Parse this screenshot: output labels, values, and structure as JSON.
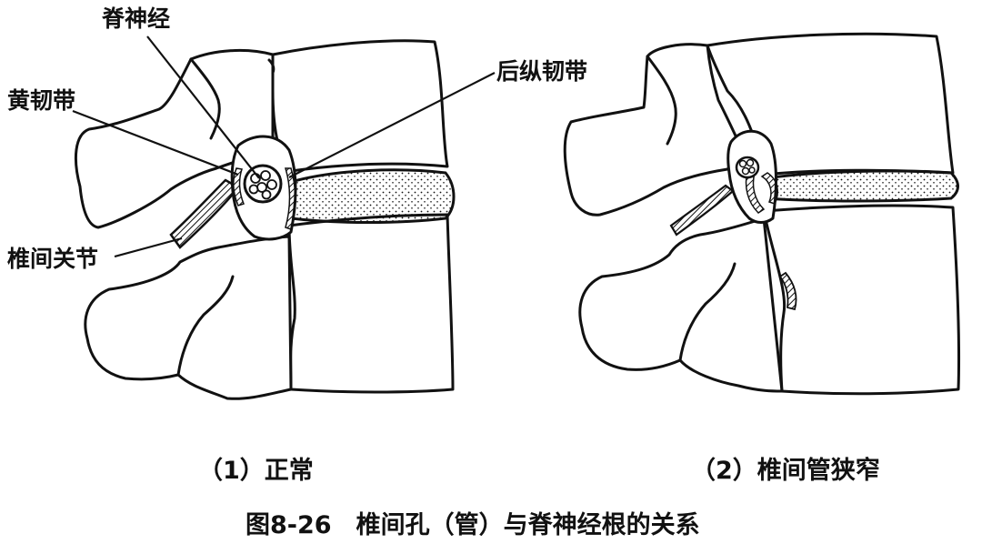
{
  "labels": {
    "spinal_nerve": "脊神经",
    "ligamentum_flavum": "黄韧带",
    "posterior_longitudinal_ligament": "后纵韧带",
    "facet_joint": "椎间关节"
  },
  "captions": {
    "left": "（1）正常",
    "right": "（2）椎间管狭窄",
    "figure": "图8-26　椎间孔（管）与脊神经根的关系"
  }
}
